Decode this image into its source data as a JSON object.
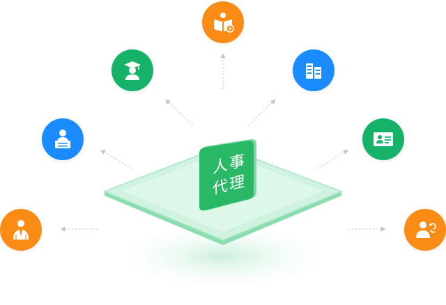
{
  "center": {
    "line1": "人事",
    "line2": "代理"
  },
  "colors": {
    "orange": "#FA8C16",
    "green": "#17B26A",
    "blue": "#1A8CFF",
    "platform_fill": "#BDEED4",
    "platform_edge": "#8BDDB0",
    "badge": "#29B865"
  },
  "nodes": [
    {
      "name": "book-globe-node",
      "icon": "book-globe-icon",
      "color": "orange"
    },
    {
      "name": "graduate-node",
      "icon": "graduate-icon",
      "color": "green"
    },
    {
      "name": "buildings-node",
      "icon": "buildings-icon",
      "color": "blue"
    },
    {
      "name": "desk-worker-node",
      "icon": "desk-worker-icon",
      "color": "blue"
    },
    {
      "name": "id-card-node",
      "icon": "id-card-icon",
      "color": "green"
    },
    {
      "name": "business-person-node",
      "icon": "business-person-icon",
      "color": "orange"
    },
    {
      "name": "person-exchange-node",
      "icon": "person-exchange-icon",
      "color": "orange"
    }
  ]
}
